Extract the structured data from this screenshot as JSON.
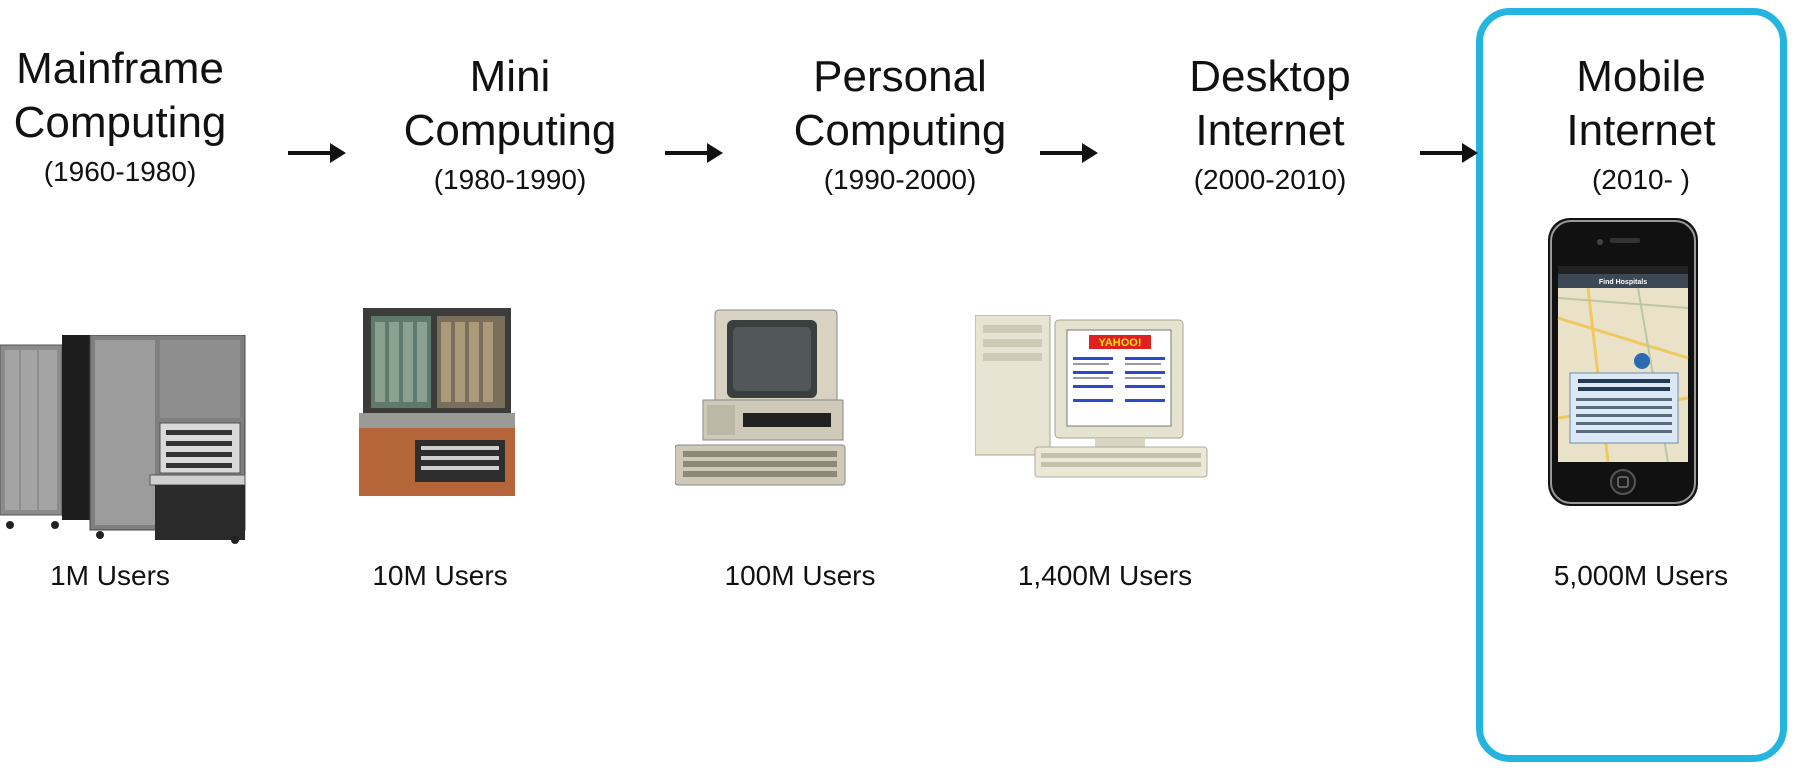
{
  "eras": [
    {
      "title_line1": "Mainframe",
      "title_line2": "Computing",
      "years": "(1960-1980)",
      "users": "1M Users",
      "icon": "mainframe-computer-icon"
    },
    {
      "title_line1": "Mini",
      "title_line2": "Computing",
      "years": "(1980-1990)",
      "users": "10M Users",
      "icon": "minicomputer-icon"
    },
    {
      "title_line1": "Personal",
      "title_line2": "Computing",
      "years": "(1990-2000)",
      "users": "100M Users",
      "icon": "personal-computer-icon"
    },
    {
      "title_line1": "Desktop",
      "title_line2": "Internet",
      "years": "(2000-2010)",
      "users": "1,400M Users",
      "icon": "desktop-internet-computer-icon"
    },
    {
      "title_line1": "Mobile",
      "title_line2": "Internet",
      "years": "(2010- )",
      "users": "5,000M Users",
      "icon": "smartphone-icon"
    }
  ],
  "highlight_color": "#23b5e0"
}
